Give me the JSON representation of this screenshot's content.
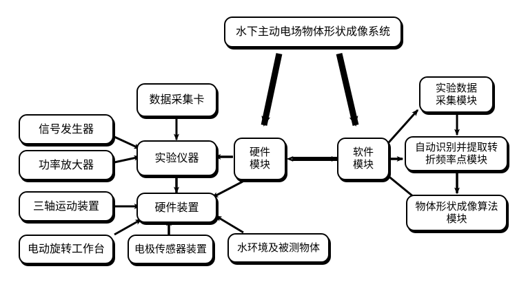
{
  "diagram": {
    "title_node": {
      "label": "水下主动电场物体形状成像系统"
    },
    "modules": {
      "hardware": {
        "label": "硬件\n模块"
      },
      "software": {
        "label": "软件\n模块"
      }
    },
    "left_branch": {
      "nodes": [
        {
          "id": "signal-generator",
          "label": "信号发生器"
        },
        {
          "id": "power-amplifier",
          "label": "功率放大器"
        },
        {
          "id": "data-acquisition-card",
          "label": "数据采集卡"
        },
        {
          "id": "experimental-instrument",
          "label": "实验仪器"
        },
        {
          "id": "three-axis-motion-device",
          "label": "三轴运动装置"
        },
        {
          "id": "hardware-device",
          "label": "硬件装置"
        },
        {
          "id": "electric-rotary-table",
          "label": "电动旋转工作台"
        },
        {
          "id": "electrode-sensor-device",
          "label": "电极传感器装置"
        },
        {
          "id": "water-environment-and-object",
          "label": "水环境及被测物体"
        }
      ]
    },
    "right_branch": {
      "nodes": [
        {
          "id": "experiment-data-acquisition-module",
          "label": "实验数据\n采集模块"
        },
        {
          "id": "auto-identify-extract-turning-frequency-module",
          "label": "自动识别并提取转\n折频率点模块"
        },
        {
          "id": "object-shape-imaging-algorithm-module",
          "label": "物体形状成像算法\n模块"
        }
      ]
    },
    "colors": {
      "stroke": "#000000",
      "fill": "#ffffff",
      "background": "#ffffff"
    }
  }
}
